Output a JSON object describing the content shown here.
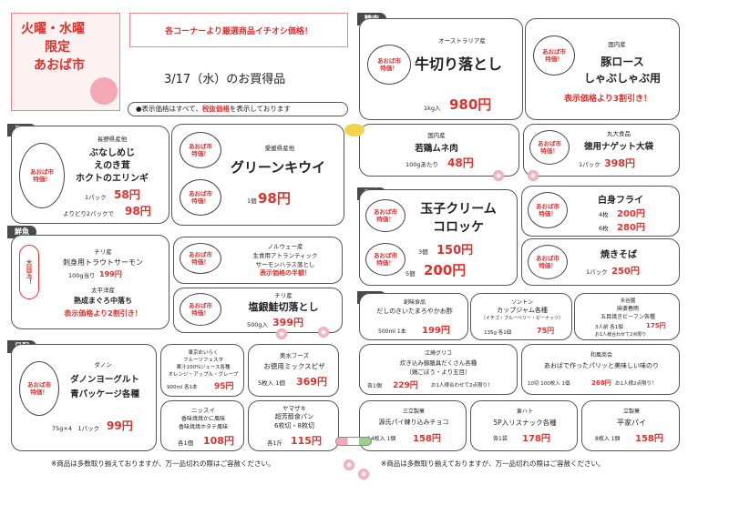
{
  "header": {
    "days": "火曜・水曜",
    "limited": "限定",
    "store": "あおば市",
    "banner": "各コーナーより厳選商品イチオシ価格！",
    "date": "3/17（水）のお買得品",
    "note_pre": "●表示価格はすべて、",
    "note_tax": "税抜価格",
    "note_post": "を表示しております"
  },
  "badge": "あおば市\n特価！",
  "sections": {
    "vegetables": "青果",
    "meat": "精肉",
    "fish": "鮮魚",
    "deli": "惣菜",
    "daily": "日配",
    "grocery": "食品"
  },
  "vegetables": {
    "mushroom": {
      "origin": "長野県産他",
      "l1": "ぶなしめじ",
      "l2": "えのき茸",
      "l3": "ホクトのエリンギ",
      "unit1": "1パック",
      "price1": "58円",
      "unit2": "よりどり2パックで",
      "price2": "98円"
    },
    "kiwi": {
      "origin": "愛媛県産他",
      "name": "グリーンキウイ",
      "unit": "1個",
      "price": "98円"
    }
  },
  "meat": {
    "beef": {
      "origin": "オーストラリア産",
      "name": "牛切り落とし",
      "unit": "1kg入",
      "price": "980円"
    },
    "pork": {
      "origin": "国内産",
      "l1": "豚ロース",
      "l2": "しゃぶしゃぶ用",
      "note": "表示価格より3割引き！"
    },
    "chicken": {
      "origin": "国内産",
      "name": "若鶏ムネ肉",
      "unit": "100gあたり",
      "price": "48円"
    },
    "nugget": {
      "maker": "丸大食品",
      "name": "徳用ナゲット大袋",
      "unit": "1パック",
      "price": "398円"
    }
  },
  "fish": {
    "side_label": "大目玉！",
    "trout": {
      "origin": "チリ産",
      "name": "刺身用トラウトサーモン",
      "unit": "100g当り",
      "price": "199円"
    },
    "tuna": {
      "origin": "太平洋産",
      "name": "熟成まぐろ中落ち",
      "note": "表示価格より2割引き！"
    },
    "salmon_saku": {
      "origin": "ノルウェー産",
      "l1": "生食用アトランティック",
      "l2": "サーモンハラス落とし",
      "note": "表示価格の半額！"
    },
    "salmon": {
      "origin": "チリ産",
      "name": "塩銀鮭切落とし",
      "unit": "500g入",
      "price": "399円"
    }
  },
  "deli": {
    "croquette": {
      "l1": "玉子クリーム",
      "l2": "コロッケ",
      "unit1": "3個",
      "price1": "150円",
      "unit2": "5個",
      "price2": "200円"
    },
    "fry": {
      "name": "白身フライ",
      "unit1": "4枚",
      "price1": "200円",
      "unit2": "6枚",
      "price2": "280円"
    },
    "yakisoba": {
      "name": "焼きそば",
      "unit": "1パック",
      "price": "250円"
    }
  },
  "daily": {
    "yogurt": {
      "maker": "ダノン",
      "l1": "ダノンヨーグルト",
      "l2": "青パッケージ各種",
      "unit": "75g×4　1パック",
      "price": "99円"
    },
    "juice": {
      "l1": "東京めいらく",
      "l2": "フルーツフェスタ",
      "l3": "果汁100%ジュース各種",
      "l4": "オレンジ・アップル・グレープ",
      "unit": "900ml 各1本",
      "price": "95円"
    },
    "pizza": {
      "maker": "奥水フーズ",
      "name": "お徳用ミックスピザ",
      "unit": "5枚入 1個",
      "price": "369円"
    },
    "gyoza": {
      "maker": "ニッスイ",
      "l1": "香味焼焼かに風味",
      "l2": "香味焼焼ホタテ風味",
      "unit": "各1個",
      "price": "108円"
    },
    "bread": {
      "maker": "ヤマザキ",
      "l1": "超芳醇食パン",
      "l2": "6枚切・8枚切",
      "unit": "各1斤",
      "price": "115円"
    }
  },
  "grocery": {
    "dashi": {
      "maker": "創味食品",
      "name": "だしのきいたまろやかお酢",
      "unit": "500ml 1本",
      "price": "199円"
    },
    "jam": {
      "maker": "ソントン",
      "name": "カップジャム各種",
      "sub": "（イチゴ・ブルーベリー・ピーナッツ）",
      "unit": "135g 各1個",
      "price": "75円"
    },
    "pepper": {
      "maker": "永谷園",
      "l1": "麻婆春雨",
      "l2": "五目焼きビーフン各種",
      "unit1": "3人前 各1個",
      "price": "175円",
      "note": "お1人様合わせて2点限り"
    },
    "rice": {
      "maker": "江崎グリコ",
      "l1": "炊き込み御膳具だくさん各種",
      "l2": "（鶏ごぼう・より五目）",
      "unit": "各1個",
      "price": "229円",
      "note": "お1人様合わせて2点限り！"
    },
    "nori": {
      "maker": "和風商会",
      "name": "あおばで作ったパリッと美味しい味のり",
      "unit": "10切 100枚入 1個",
      "price": "268円",
      "note": "お1人様2点限り！"
    },
    "pie": {
      "maker": "三立製菓",
      "name": "源氏パイ練り込みチョコ",
      "unit": "14枚入 1個",
      "price": "158円"
    },
    "snack": {
      "maker": "東ハト",
      "name": "5P入リスナック各種",
      "unit": "各1袋",
      "price": "178円"
    },
    "heian": {
      "maker": "立製菓",
      "name": "平家パイ",
      "unit": "8枚入 1個",
      "price": "158円"
    }
  },
  "footer": {
    "left": "※商品は多数取り揃えておりますが、万一品切れの際はご容赦ください。",
    "right": "※商品は多数取り揃えておりますが、万一品切れの際はご容赦ください。"
  }
}
